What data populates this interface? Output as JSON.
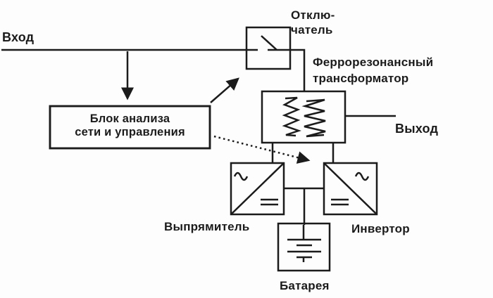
{
  "labels": {
    "input": "Вход",
    "breaker": [
      "Отклю-",
      "чатель"
    ],
    "transformer": [
      "Феррорезонансный",
      "трансформатор"
    ],
    "output": "Выход",
    "control_unit": [
      "Блок анализа",
      "сети и управления"
    ],
    "rectifier": "Выпрямитель",
    "inverter": "Инвертор",
    "battery": "Батарея"
  },
  "icons": {
    "breaker_symbol": "open-switch-contact",
    "transformer_symbol": "dual-winding-coils",
    "rectifier_symbols": "ac-wave-and-dc-equals",
    "inverter_symbols": "ac-wave-and-dc-equals",
    "battery_symbol": "battery-cells"
  },
  "colors": {
    "line": "#1b1b1b",
    "background": "#fdfdfd"
  }
}
